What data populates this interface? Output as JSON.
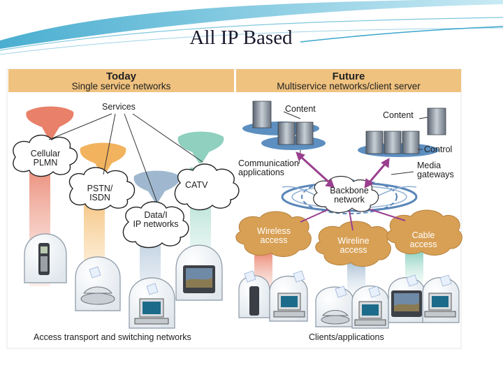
{
  "slide": {
    "title": "All IP Based"
  },
  "today": {
    "heading": "Today",
    "subheading": "Single service networks"
  },
  "future": {
    "heading": "Future",
    "subheading": "Multiservice networks/client server"
  },
  "labels": {
    "services": "Services",
    "cellular": "Cellular",
    "plmn": "PLMN",
    "pstn": "PSTN/",
    "isdn": "ISDN",
    "catv": "CATV",
    "data_ip_1": "Data/I",
    "data_ip_2": "IP networks",
    "content_1": "Content",
    "content_2": "Content",
    "control": "Control",
    "communication": "Communication",
    "applications": "applications",
    "media": "Media",
    "gateways": "gateways",
    "backbone": "Backbone",
    "network": "network",
    "wireless": "Wireless",
    "wireless_access": "access",
    "wireline": "Wireline",
    "wireline_access": "access",
    "cable": "Cable",
    "cable_access": "access",
    "access_transport": "Access transport and switching networks",
    "clients": "Clients/applications"
  },
  "colors": {
    "header": "#f0c27f",
    "cellular": "#e9806a",
    "pstn": "#f2b35e",
    "data": "#9fb8cf",
    "catv": "#8fd0bf",
    "access_cloud": "#d8a055",
    "backbone_ring": "#5a86b8",
    "arrow": "#9a3f8f"
  }
}
